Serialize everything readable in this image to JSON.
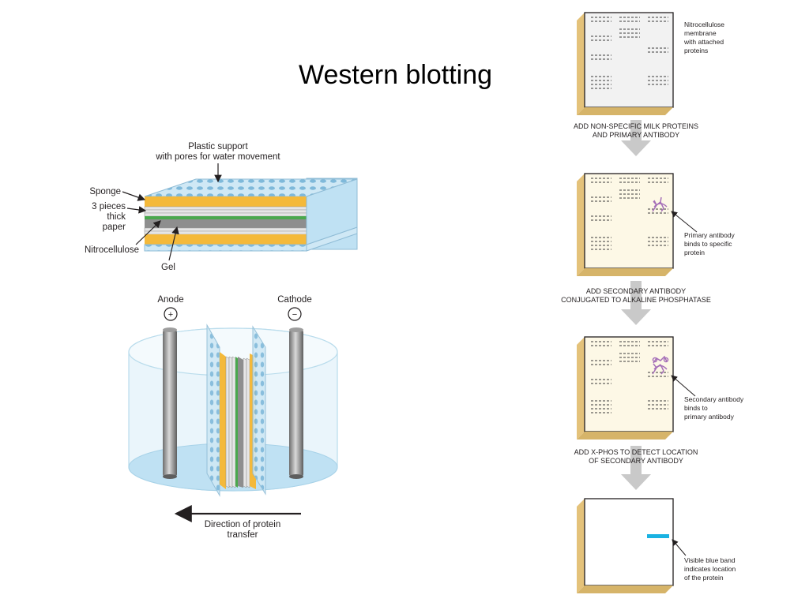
{
  "title": "Western blotting",
  "colors": {
    "sponge": "#f4b93a",
    "nitrocellulose": "#4aa84d",
    "gel": "#8e8e8e",
    "buffer": "#bfe1f3",
    "membrane_edge": "#e4c27a",
    "blue_band": "#1ab2e2",
    "arrow": "#c9c9c9",
    "antibody": "#a56fb8"
  },
  "sandwich": {
    "plastic_support": [
      "Plastic support",
      "with pores for water movement"
    ],
    "sponge": "Sponge",
    "paper": [
      "3 pieces",
      "thick",
      "paper"
    ],
    "nitrocellulose": "Nitrocellulose",
    "gel": "Gel"
  },
  "tank": {
    "anode": "Anode",
    "anode_sign": "+",
    "cathode": "Cathode",
    "cathode_sign": "−",
    "direction": [
      "Direction of protein",
      "transfer"
    ]
  },
  "steps": {
    "membrane_note": [
      "Nitrocellulose",
      "membrane",
      "with attached",
      "proteins"
    ],
    "step1": [
      "ADD NON-SPECIFIC MILK PROTEINS",
      "AND PRIMARY ANTIBODY"
    ],
    "primary_note": [
      "Primary antibody",
      "binds to specific",
      "protein"
    ],
    "step2": [
      "ADD SECONDARY ANTIBODY",
      "CONJUGATED TO ALKALINE PHOSPHATASE"
    ],
    "secondary_note": [
      "Secondary antibody",
      "binds to",
      "primary antibody"
    ],
    "step3": [
      "ADD X-PHOS TO DETECT LOCATION",
      "OF SECONDARY ANTIBODY"
    ],
    "band_note": [
      "Visible blue band",
      "indicates location",
      "of the protein"
    ]
  }
}
